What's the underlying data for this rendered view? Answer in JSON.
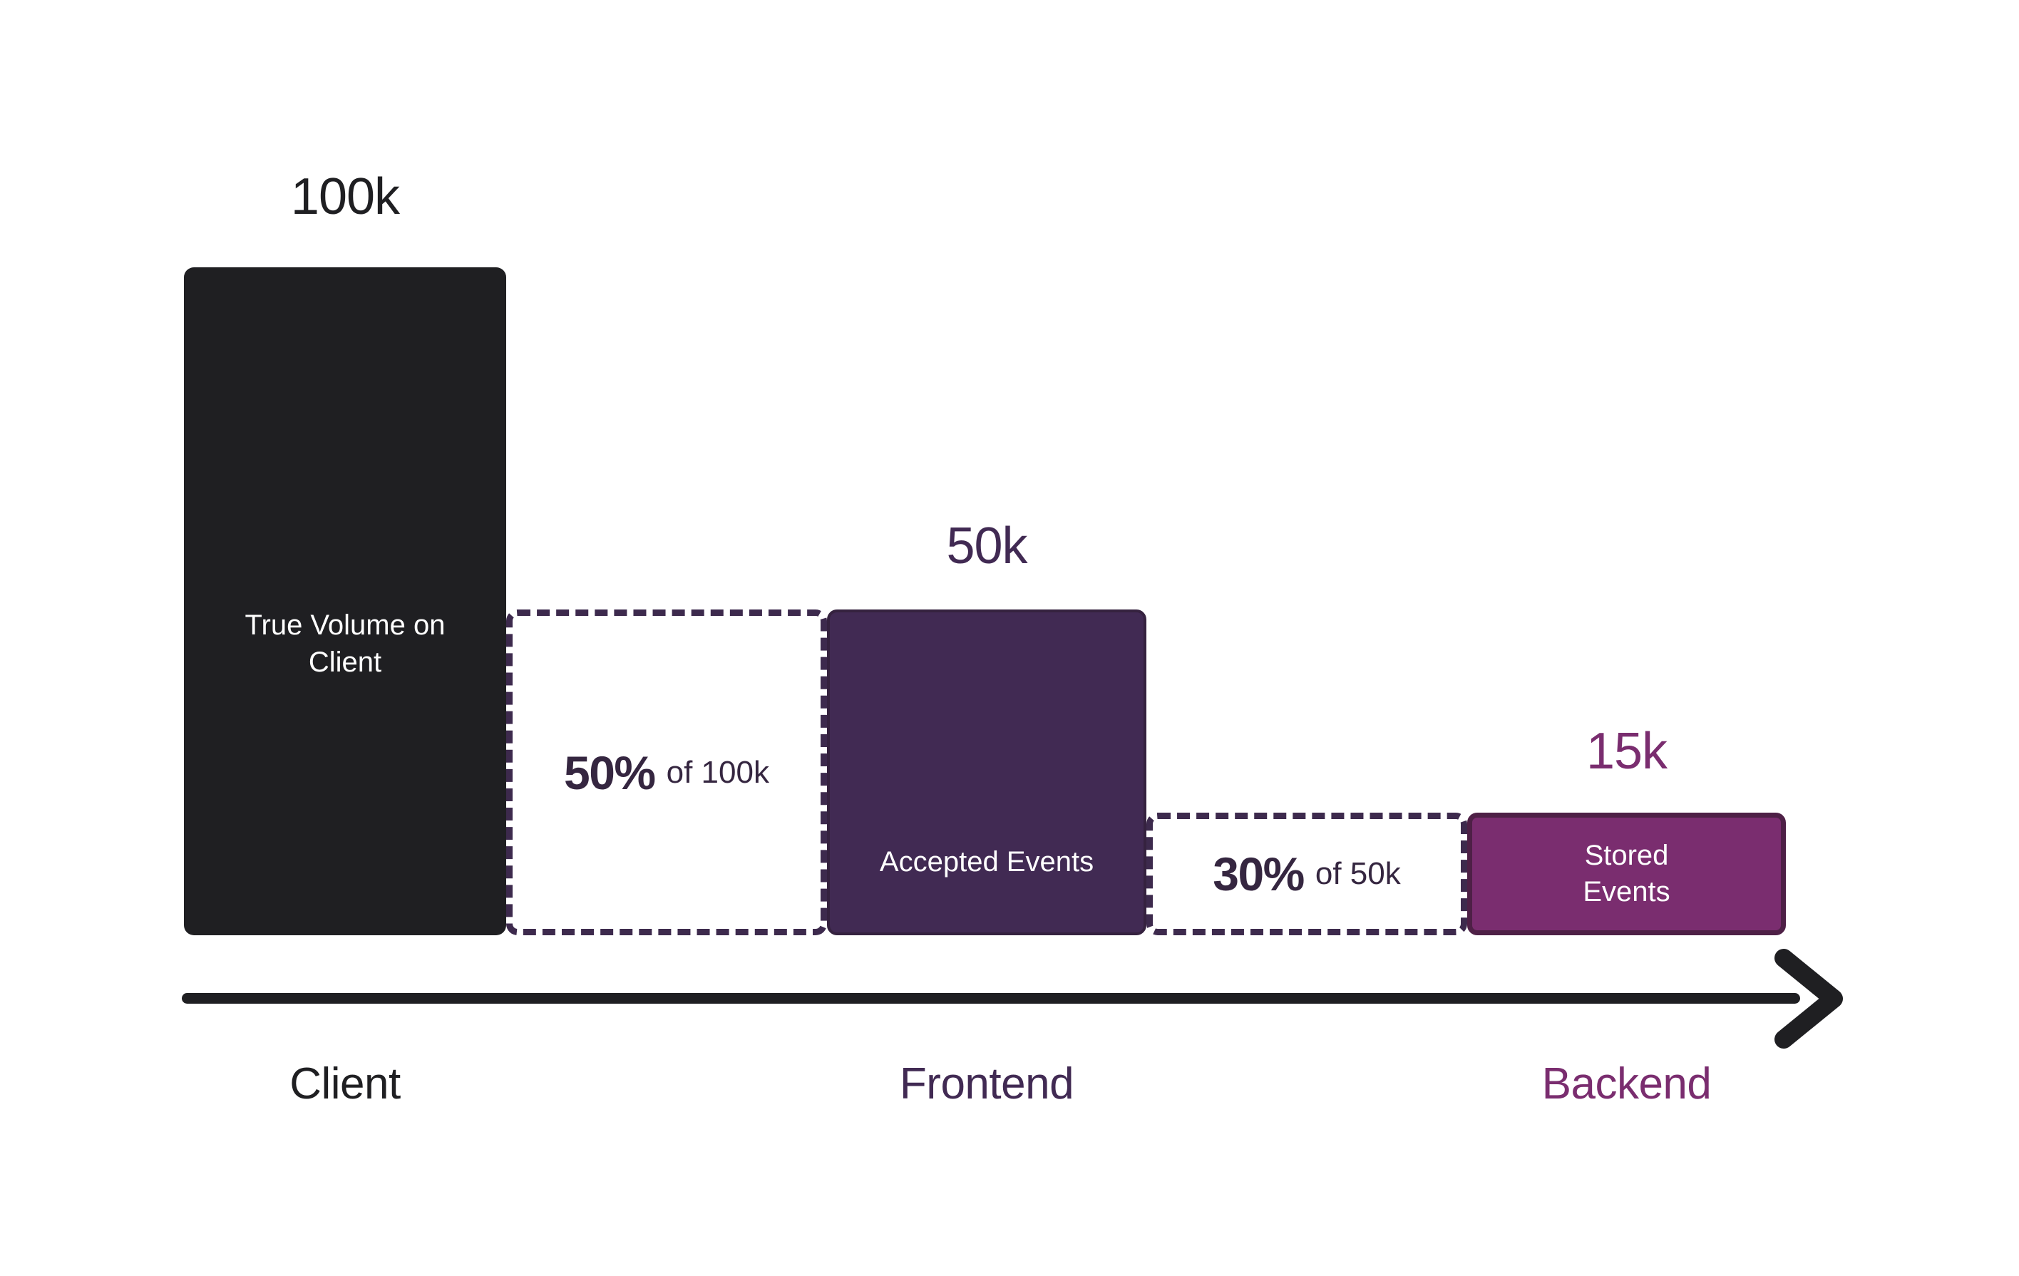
{
  "chart_data": {
    "type": "bar",
    "title": "",
    "subtitle": "",
    "xlabel": "",
    "ylabel": "",
    "grid": false,
    "legend": "none",
    "orientation": "horizontal-funnel",
    "categories": [
      "Client",
      "Frontend",
      "Backend"
    ],
    "values": [
      100000,
      50000,
      15000
    ],
    "value_labels": [
      "100k",
      "50k",
      "15k"
    ],
    "bar_captions": [
      "True Volume on Client",
      "Accepted Events",
      "Stored Events"
    ],
    "bar_colors": [
      "#1f1f22",
      "#412a53",
      "#7a2d6f"
    ],
    "category_colors": [
      "#1f1f22",
      "#412a53",
      "#7a2d6f"
    ],
    "reductions": [
      {
        "percent": "50%",
        "of": "of 100k",
        "from": 100000,
        "to": 50000,
        "rate": 0.5
      },
      {
        "percent": "30%",
        "of": "of 50k",
        "from": 50000,
        "to": 15000,
        "rate": 0.3
      }
    ],
    "annotations": [
      "100k",
      "True Volume on Client",
      "50% of 100k",
      "50k",
      "Accepted Events",
      "30% of 50k",
      "15k",
      "Stored Events"
    ],
    "axis_direction": "left-to-right arrow"
  },
  "chart": {
    "bars": [
      {
        "value_label": "100k",
        "caption": "True Volume on Client"
      },
      {
        "value_label": "50k",
        "caption": "Accepted Events"
      },
      {
        "value_label": "15k",
        "caption": "Stored Events"
      }
    ],
    "dashed_boxes": [
      {
        "percent": "50%",
        "of_label": "of 100k"
      },
      {
        "percent": "30%",
        "of_label": "of 50k"
      }
    ],
    "axis_labels": [
      {
        "text": "Client"
      },
      {
        "text": "Frontend"
      },
      {
        "text": "Backend"
      }
    ]
  },
  "colors": {
    "black": "#1f1f22",
    "dark_purple": "#412a53",
    "magenta_purple": "#7a2d6f",
    "dashed_stroke": "#3d2a4d",
    "text_on_bar": "#ffffff",
    "background": "#ffffff"
  }
}
